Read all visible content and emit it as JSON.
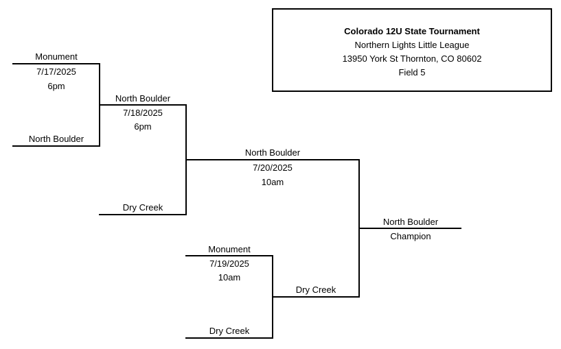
{
  "info": {
    "title": "Colorado 12U State Tournament",
    "host": "Northern Lights Little League",
    "address": "13950 York St Thornton, CO 80602",
    "field": "Field 5"
  },
  "bracket": {
    "game1": {
      "team_top": "Monument",
      "team_bottom": "North Boulder",
      "date": "7/17/2025",
      "time": "6pm"
    },
    "game2": {
      "team_top": "North Boulder",
      "team_bottom": "Dry Creek",
      "date": "7/18/2025",
      "time": "6pm"
    },
    "game3": {
      "team_top": "Monument",
      "team_bottom": "Dry Creek",
      "date": "7/19/2025",
      "time": "10am"
    },
    "game4": {
      "team_top": "North Boulder",
      "team_bottom": "Dry Creek",
      "date": "7/20/2025",
      "time": "10am"
    },
    "final": {
      "winner": "North Boulder",
      "label": "Champion"
    }
  },
  "colors": {
    "lines": "#000000",
    "background": "#ffffff"
  }
}
